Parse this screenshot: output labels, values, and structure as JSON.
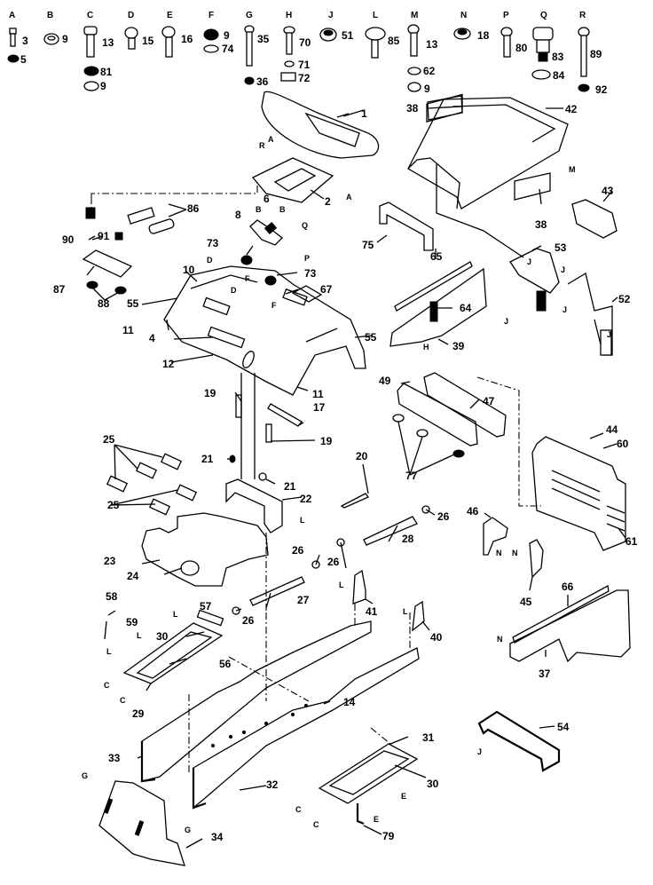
{
  "diagram": {
    "title": "Exploded parts diagram - lawn tractor chassis, seat, hood and fender assembly",
    "hardware_key": [
      {
        "letter": "A",
        "parts": [
          "3",
          "5"
        ]
      },
      {
        "letter": "B",
        "parts": [
          "9"
        ]
      },
      {
        "letter": "C",
        "parts": [
          "13",
          "81",
          "9"
        ]
      },
      {
        "letter": "D",
        "parts": [
          "15"
        ]
      },
      {
        "letter": "E",
        "parts": [
          "16"
        ]
      },
      {
        "letter": "F",
        "parts": [
          "9",
          "74"
        ]
      },
      {
        "letter": "G",
        "parts": [
          "35",
          "36"
        ]
      },
      {
        "letter": "H",
        "parts": [
          "70",
          "71",
          "72"
        ]
      },
      {
        "letter": "J",
        "parts": [
          "51"
        ]
      },
      {
        "letter": "L",
        "parts": [
          "85"
        ]
      },
      {
        "letter": "M",
        "parts": [
          "13",
          "62",
          "9"
        ]
      },
      {
        "letter": "N",
        "parts": [
          "18"
        ]
      },
      {
        "letter": "P",
        "parts": [
          "80"
        ]
      },
      {
        "letter": "Q",
        "parts": [
          "83",
          "84"
        ]
      },
      {
        "letter": "R",
        "parts": [
          "89",
          "92"
        ]
      }
    ],
    "part_callouts": [
      "1",
      "2",
      "4",
      "6",
      "8",
      "10",
      "11",
      "11",
      "12",
      "14",
      "17",
      "19",
      "19",
      "20",
      "21",
      "21",
      "22",
      "23",
      "24",
      "25",
      "25",
      "26",
      "26",
      "26",
      "26",
      "27",
      "28",
      "29",
      "30",
      "30",
      "31",
      "32",
      "33",
      "34",
      "37",
      "38",
      "38",
      "39",
      "40",
      "41",
      "42",
      "43",
      "44",
      "45",
      "46",
      "47",
      "49",
      "52",
      "53",
      "54",
      "55",
      "55",
      "56",
      "57",
      "58",
      "59",
      "60",
      "61",
      "64",
      "65",
      "66",
      "67",
      "73",
      "73",
      "75",
      "77",
      "79",
      "86",
      "87",
      "88",
      "90",
      "91"
    ],
    "reference_tags": [
      "R",
      "A",
      "A",
      "B",
      "B",
      "Q",
      "P",
      "D",
      "D",
      "F",
      "F",
      "M",
      "J",
      "J",
      "J",
      "J",
      "J",
      "H",
      "L",
      "L",
      "L",
      "L",
      "L",
      "L",
      "C",
      "C",
      "C",
      "C",
      "G",
      "G",
      "E",
      "E",
      "N",
      "N",
      "N",
      "J"
    ]
  }
}
